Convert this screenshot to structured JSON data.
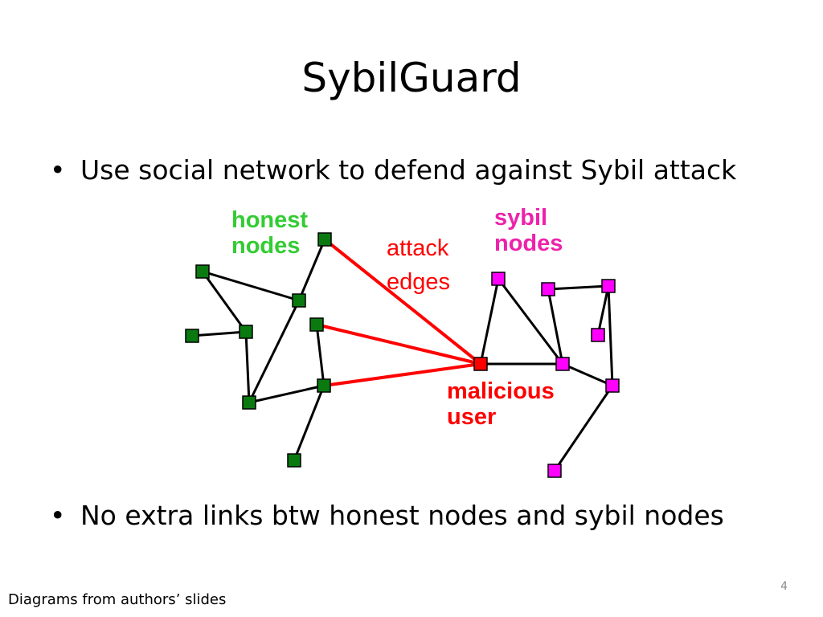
{
  "slide": {
    "title": "SybilGuard",
    "bullets": [
      "Use social network to defend against Sybil attack",
      "No extra links btw honest nodes and sybil nodes"
    ],
    "bullet_glyph": "•",
    "page_number": "4",
    "footnote": "Diagrams from authors’ slides"
  },
  "diagram": {
    "labels": {
      "honest_line1": "honest",
      "honest_line2": "nodes",
      "sybil_line1": "sybil",
      "sybil_line2": "nodes",
      "attack_line1": "attack",
      "attack_line2": "edges",
      "malicious_line1": "malicious",
      "malicious_line2": "user"
    },
    "colors": {
      "honest_node": "#0a7a10",
      "honest_label": "#33cc33",
      "sybil_node": "#ff00ff",
      "sybil_label": "#ee22aa",
      "malicious_node": "#ff0000",
      "attack_edge": "#ff0000",
      "edge": "#000000"
    }
  }
}
